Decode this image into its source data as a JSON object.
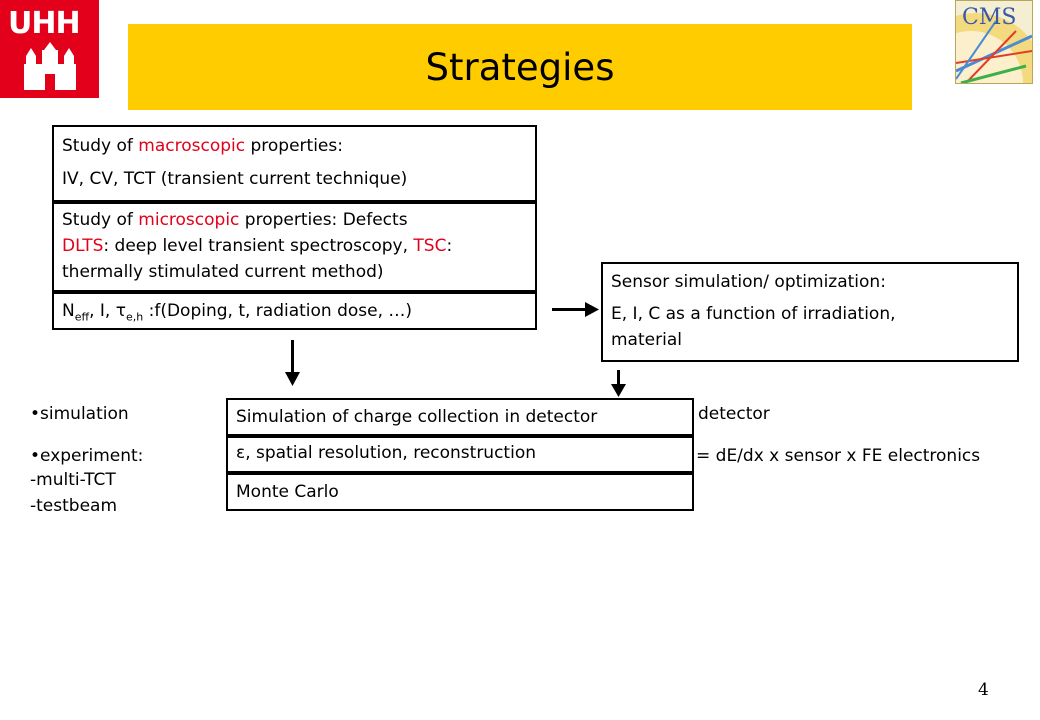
{
  "logos": {
    "uhh_text": "UHH",
    "cms_text": "CMS",
    "uhh_color": "#e2001a"
  },
  "title": "Strategies",
  "box_macro": {
    "line1_pre": "Study of ",
    "line1_red": "macroscopic",
    "line1_post": " properties:",
    "line2": "IV, CV, TCT (transient current technique)"
  },
  "box_micro": {
    "line1_pre": "Study of ",
    "line1_red": "microscopic",
    "line1_post": " properties: Defects",
    "line2_red1": "DLTS",
    "line2_mid": ": deep level transient spectroscopy, ",
    "line2_red2": "TSC",
    "line2_post": ":",
    "line3": "thermally stimulated current method)"
  },
  "box_neff": {
    "n": "N",
    "n_sub": "eff",
    "mid": ", I, τ",
    "tau_sub": "e,h",
    "post": " :f(Doping, t, radiation dose, …)"
  },
  "box_sensor": {
    "line1": "Sensor simulation/ optimization:",
    "line2": "E, I, C as a function of irradiation,",
    "line3": "material"
  },
  "box_sim": {
    "line1": "Simulation of charge collection in detector",
    "line2": "ε, spatial resolution, reconstruction",
    "line3": "Monte Carlo"
  },
  "left_list": {
    "item1": "•simulation",
    "item2": "•experiment:",
    "item3": "-multi-TCT",
    "item4": "-testbeam"
  },
  "right_text": {
    "line1": "detector",
    "line2": "= dE/dx x sensor x FE electronics"
  },
  "page_number": "4",
  "colors": {
    "title_bar": "#ffcc00",
    "highlight": "#e2001a"
  }
}
